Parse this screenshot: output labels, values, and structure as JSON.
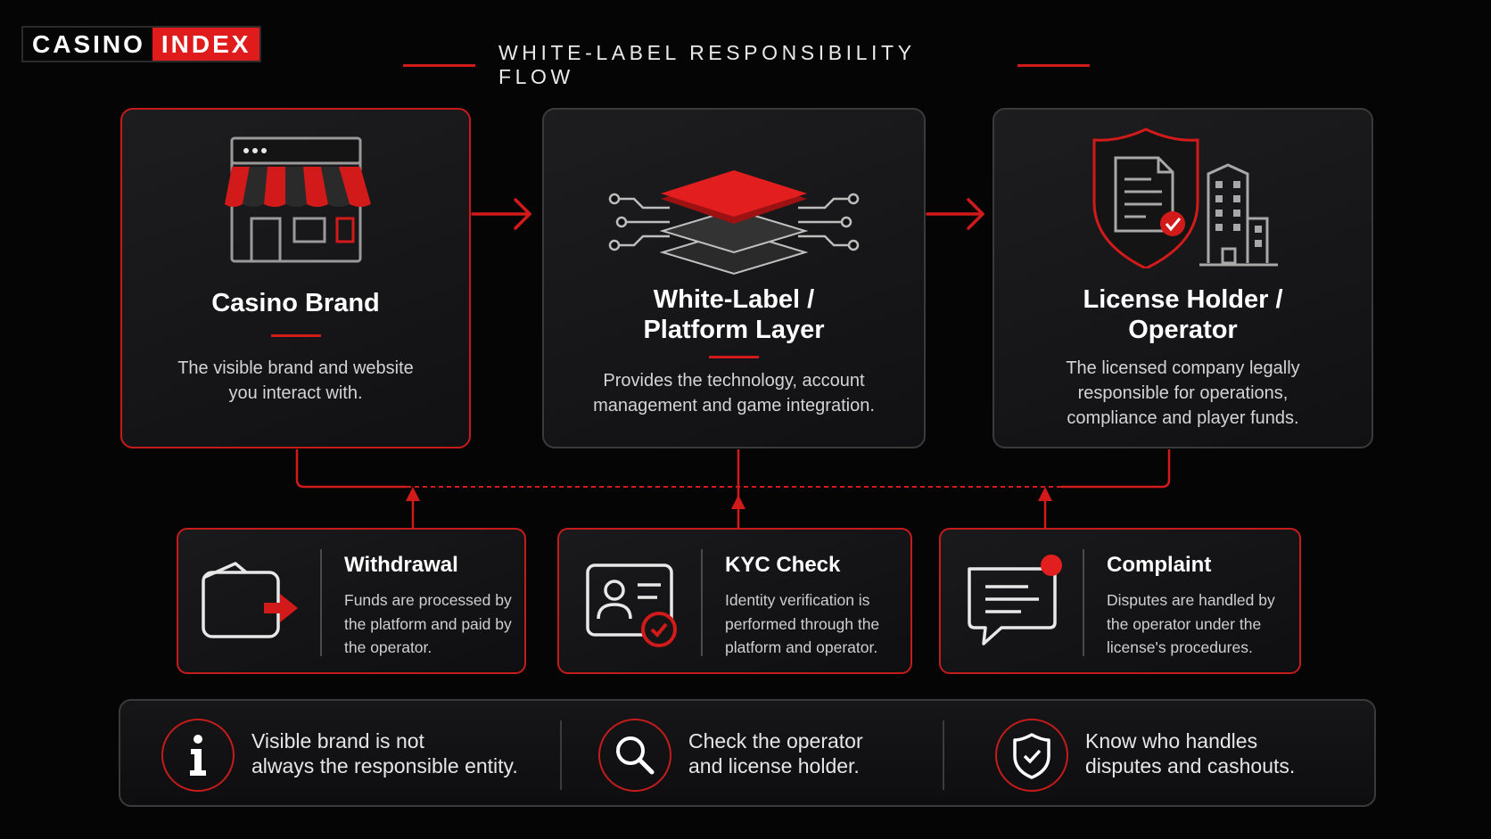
{
  "brand": {
    "logo_part1": "CASINO",
    "logo_part2": "INDEX"
  },
  "header": {
    "title": "WHITE-LABEL RESPONSIBILITY FLOW"
  },
  "cards": [
    {
      "icon": "storefront-icon",
      "title_line1": "Casino Brand",
      "description": "The visible brand and website you interact with."
    },
    {
      "icon": "layers-icon",
      "title_line1": "White-Label /",
      "title_line2": "Platform Layer",
      "description": "Provides the technology, account management and game integration."
    },
    {
      "icon": "shield-document-building-icon",
      "title_line1": "License Holder /",
      "title_line2": "Operator",
      "description": "The licensed company legally responsible for operations, compliance and player funds."
    }
  ],
  "processes": [
    {
      "icon": "wallet-icon",
      "title": "Withdrawal",
      "description": "Funds are processed by the platform and paid by the operator."
    },
    {
      "icon": "id-card-check-icon",
      "title": "KYC Check",
      "description": "Identity verification is performed through the platform and operator."
    },
    {
      "icon": "chat-bubble-icon",
      "title": "Complaint",
      "description": "Disputes are handled by the operator under the license's procedures."
    }
  ],
  "tips": [
    {
      "icon": "info-icon",
      "line1": "Visible brand is not",
      "line2": "always the responsible entity."
    },
    {
      "icon": "search-icon",
      "line1": "Check the operator",
      "line2": "and license holder."
    },
    {
      "icon": "shield-check-icon",
      "line1": "Know who handles",
      "line2": "disputes and cashouts."
    }
  ],
  "colors": {
    "accent": "#d21a1a",
    "background": "#050505",
    "card": "#161618",
    "border_muted": "#3a3a3a"
  }
}
